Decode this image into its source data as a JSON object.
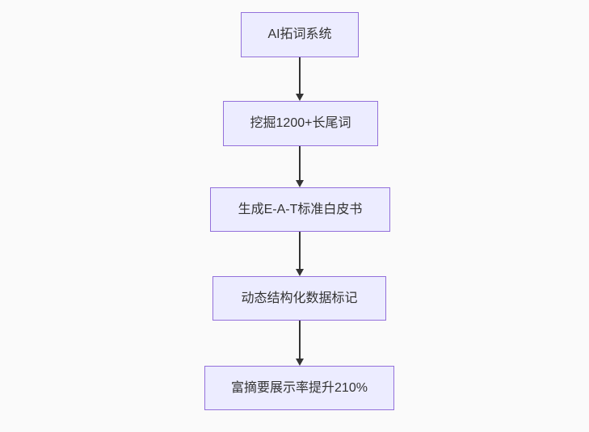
{
  "diagram": {
    "type": "flowchart",
    "direction": "top-down",
    "nodes": [
      {
        "id": "A",
        "label": "AI拓词系统"
      },
      {
        "id": "B",
        "label": "挖掘1200+长尾词"
      },
      {
        "id": "C",
        "label": "生成E-A-T标准白皮书"
      },
      {
        "id": "D",
        "label": "动态结构化数据标记"
      },
      {
        "id": "E",
        "label": "富摘要展示率提升210%"
      }
    ],
    "edges": [
      {
        "from": "A",
        "to": "B"
      },
      {
        "from": "B",
        "to": "C"
      },
      {
        "from": "C",
        "to": "D"
      },
      {
        "from": "D",
        "to": "E"
      }
    ],
    "colors": {
      "node_fill": "#ECECFF",
      "node_border": "#9370DB",
      "edge": "#333333",
      "text": "#333333",
      "background": "#FAFAFA"
    }
  }
}
